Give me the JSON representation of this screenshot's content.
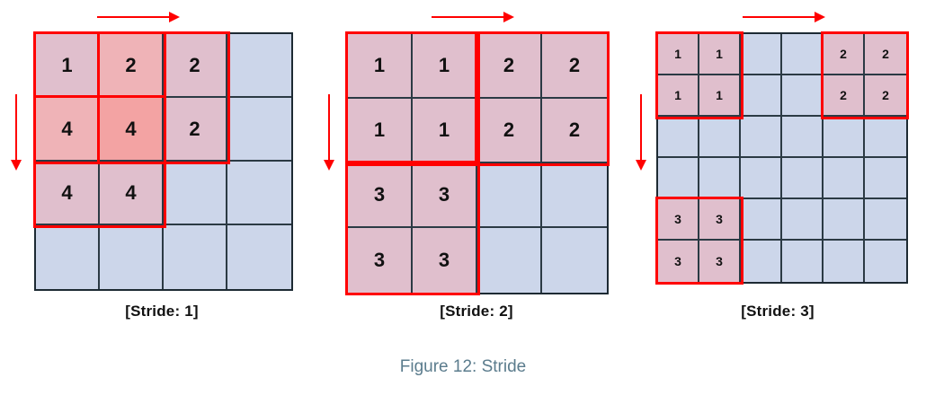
{
  "figure": {
    "caption": "Figure 12: Stride",
    "caption_color": "#5b7c8d"
  },
  "colors": {
    "cell_empty": "#ccd6ea",
    "cell_tint_1": "#e0bfcd",
    "cell_tint_2": "#efb3b7",
    "cell_tint_3": "#f3a3a3",
    "grid_line": "#2b3a44",
    "selection": "#ff0000",
    "text": "#111111"
  },
  "panels": [
    {
      "id": "stride-1",
      "label": "[Stride: 1]",
      "grid": {
        "rows": 4,
        "cols": 4,
        "cells": [
          [
            {
              "value": "1",
              "tint": 1
            },
            {
              "value": "2",
              "tint": 2
            },
            {
              "value": "2",
              "tint": 1
            },
            {
              "value": "",
              "tint": 0
            }
          ],
          [
            {
              "value": "4",
              "tint": 2
            },
            {
              "value": "4",
              "tint": 3
            },
            {
              "value": "2",
              "tint": 1
            },
            {
              "value": "",
              "tint": 0
            }
          ],
          [
            {
              "value": "4",
              "tint": 1
            },
            {
              "value": "4",
              "tint": 1
            },
            {
              "value": "",
              "tint": 0
            },
            {
              "value": "",
              "tint": 0
            }
          ],
          [
            {
              "value": "",
              "tint": 0
            },
            {
              "value": "",
              "tint": 0
            },
            {
              "value": "",
              "tint": 0
            },
            {
              "value": "",
              "tint": 0
            }
          ]
        ]
      },
      "selections": [
        {
          "name": "window-1",
          "row": 0,
          "col": 0,
          "h": 2,
          "w": 2
        },
        {
          "name": "window-2",
          "row": 0,
          "col": 1,
          "h": 2,
          "w": 2
        },
        {
          "name": "window-4",
          "row": 1,
          "col": 0,
          "h": 2,
          "w": 2
        }
      ],
      "arrows": {
        "horizontal": {
          "name": "stride-right-arrow"
        },
        "vertical": {
          "name": "stride-down-arrow"
        }
      }
    },
    {
      "id": "stride-2",
      "label": "[Stride: 2]",
      "grid": {
        "rows": 4,
        "cols": 4,
        "cells": [
          [
            {
              "value": "1",
              "tint": 1
            },
            {
              "value": "1",
              "tint": 1
            },
            {
              "value": "2",
              "tint": 1
            },
            {
              "value": "2",
              "tint": 1
            }
          ],
          [
            {
              "value": "1",
              "tint": 1
            },
            {
              "value": "1",
              "tint": 1
            },
            {
              "value": "2",
              "tint": 1
            },
            {
              "value": "2",
              "tint": 1
            }
          ],
          [
            {
              "value": "3",
              "tint": 1
            },
            {
              "value": "3",
              "tint": 1
            },
            {
              "value": "",
              "tint": 0
            },
            {
              "value": "",
              "tint": 0
            }
          ],
          [
            {
              "value": "3",
              "tint": 1
            },
            {
              "value": "3",
              "tint": 1
            },
            {
              "value": "",
              "tint": 0
            },
            {
              "value": "",
              "tint": 0
            }
          ]
        ]
      },
      "selections": [
        {
          "name": "window-1",
          "row": 0,
          "col": 0,
          "h": 2,
          "w": 2
        },
        {
          "name": "window-2",
          "row": 0,
          "col": 2,
          "h": 2,
          "w": 2
        },
        {
          "name": "window-3",
          "row": 2,
          "col": 0,
          "h": 2,
          "w": 2
        }
      ],
      "arrows": {
        "horizontal": {
          "name": "stride-right-arrow"
        },
        "vertical": {
          "name": "stride-down-arrow"
        }
      }
    },
    {
      "id": "stride-3",
      "label": "[Stride: 3]",
      "grid": {
        "rows": 6,
        "cols": 6,
        "cells": [
          [
            {
              "value": "1",
              "tint": 1
            },
            {
              "value": "1",
              "tint": 1
            },
            {
              "value": "",
              "tint": 0
            },
            {
              "value": "",
              "tint": 0
            },
            {
              "value": "2",
              "tint": 1
            },
            {
              "value": "2",
              "tint": 1
            }
          ],
          [
            {
              "value": "1",
              "tint": 1
            },
            {
              "value": "1",
              "tint": 1
            },
            {
              "value": "",
              "tint": 0
            },
            {
              "value": "",
              "tint": 0
            },
            {
              "value": "2",
              "tint": 1
            },
            {
              "value": "2",
              "tint": 1
            }
          ],
          [
            {
              "value": "",
              "tint": 0
            },
            {
              "value": "",
              "tint": 0
            },
            {
              "value": "",
              "tint": 0
            },
            {
              "value": "",
              "tint": 0
            },
            {
              "value": "",
              "tint": 0
            },
            {
              "value": "",
              "tint": 0
            }
          ],
          [
            {
              "value": "",
              "tint": 0
            },
            {
              "value": "",
              "tint": 0
            },
            {
              "value": "",
              "tint": 0
            },
            {
              "value": "",
              "tint": 0
            },
            {
              "value": "",
              "tint": 0
            },
            {
              "value": "",
              "tint": 0
            }
          ],
          [
            {
              "value": "3",
              "tint": 1
            },
            {
              "value": "3",
              "tint": 1
            },
            {
              "value": "",
              "tint": 0
            },
            {
              "value": "",
              "tint": 0
            },
            {
              "value": "",
              "tint": 0
            },
            {
              "value": "",
              "tint": 0
            }
          ],
          [
            {
              "value": "3",
              "tint": 1
            },
            {
              "value": "3",
              "tint": 1
            },
            {
              "value": "",
              "tint": 0
            },
            {
              "value": "",
              "tint": 0
            },
            {
              "value": "",
              "tint": 0
            },
            {
              "value": "",
              "tint": 0
            }
          ]
        ]
      },
      "selections": [
        {
          "name": "window-1",
          "row": 0,
          "col": 0,
          "h": 2,
          "w": 2
        },
        {
          "name": "window-2",
          "row": 0,
          "col": 4,
          "h": 2,
          "w": 2
        },
        {
          "name": "window-3",
          "row": 4,
          "col": 0,
          "h": 2,
          "w": 2
        }
      ],
      "arrows": {
        "horizontal": {
          "name": "stride-right-arrow"
        },
        "vertical": {
          "name": "stride-down-arrow"
        }
      }
    }
  ]
}
